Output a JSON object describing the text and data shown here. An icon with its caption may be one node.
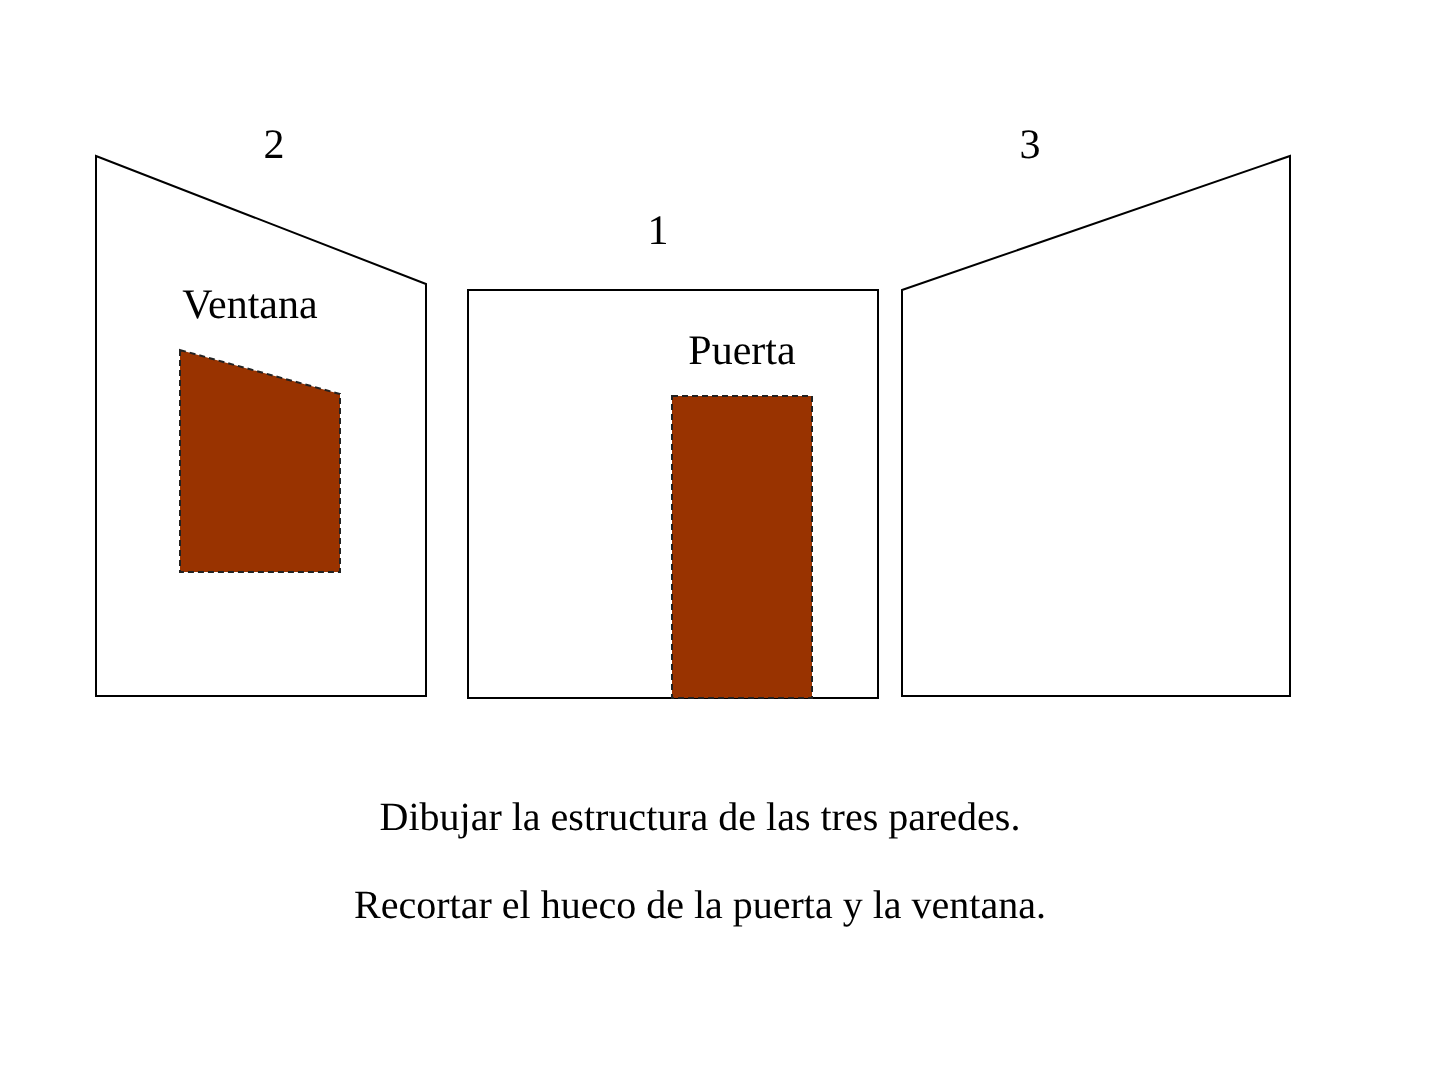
{
  "diagram": {
    "nodes": [
      {
        "text": [
          "2"
        ]
      },
      {
        "text": [
          "Ventana"
        ],
        "in": 0
      },
      {
        "text": [
          "1"
        ]
      },
      {
        "text": [
          "Puerta"
        ],
        "in": 2
      },
      {
        "text": [
          "3"
        ]
      }
    ],
    "labels": [
      "Dibujar la estructura de las tres paredes.",
      "Recortar el hueco de la puerta y la ventana."
    ]
  }
}
